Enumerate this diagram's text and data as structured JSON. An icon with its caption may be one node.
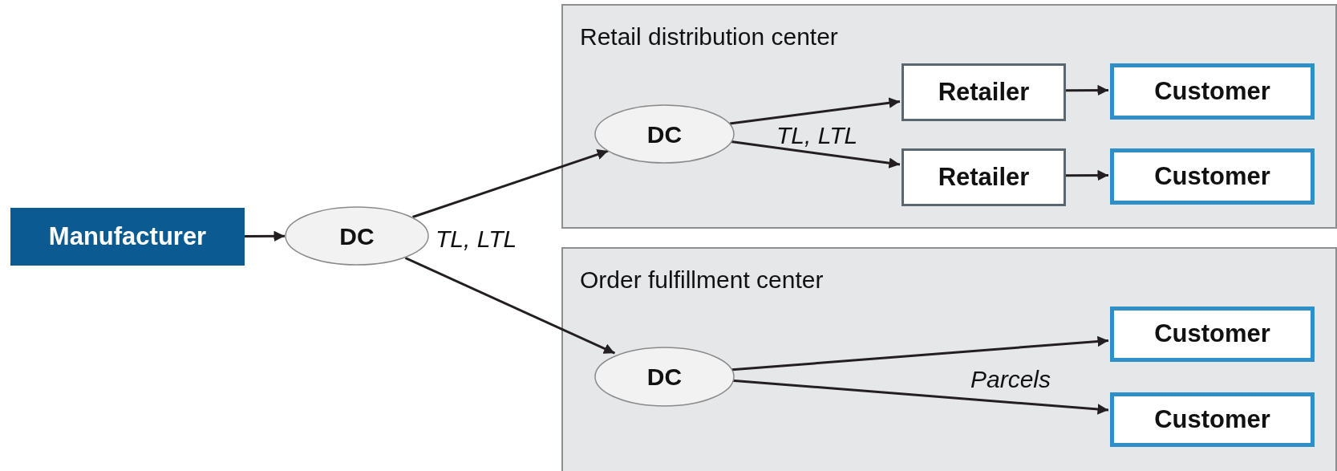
{
  "diagram": {
    "nodes": [
      {
        "text": [
          "Manufacturer"
        ]
      },
      {
        "text": [
          "DC"
        ]
      },
      {
        "text": [
          "Retail distribution center"
        ]
      },
      {
        "text": [
          "DC"
        ],
        "in": 2
      },
      {
        "text": [
          "Retailer"
        ],
        "in": 2
      },
      {
        "text": [
          "Customer"
        ],
        "in": 2
      },
      {
        "text": [
          "Retailer"
        ],
        "in": 2
      },
      {
        "text": [
          "Customer"
        ],
        "in": 2
      },
      {
        "text": [
          "Order fulfillment center"
        ]
      },
      {
        "text": [
          "DC"
        ],
        "in": 8
      },
      {
        "text": [
          "Customer"
        ],
        "in": 8
      },
      {
        "text": [
          "Customer"
        ],
        "in": 8
      }
    ],
    "edges": [
      {
        "from": 0,
        "to": 1,
        "arrow": "to"
      },
      {
        "from": 1,
        "to": 3,
        "arrow": "to",
        "label": "TL, LTL"
      },
      {
        "from": 1,
        "to": 9,
        "arrow": "to"
      },
      {
        "from": 3,
        "to": 4,
        "arrow": "to",
        "label": "TL, LTL"
      },
      {
        "from": 3,
        "to": 6,
        "arrow": "to"
      },
      {
        "from": 4,
        "to": 5,
        "arrow": "to"
      },
      {
        "from": 6,
        "to": 7,
        "arrow": "to"
      },
      {
        "from": 9,
        "to": 10,
        "arrow": "to",
        "label": "Parcels"
      },
      {
        "from": 9,
        "to": 11,
        "arrow": "to"
      }
    ]
  }
}
